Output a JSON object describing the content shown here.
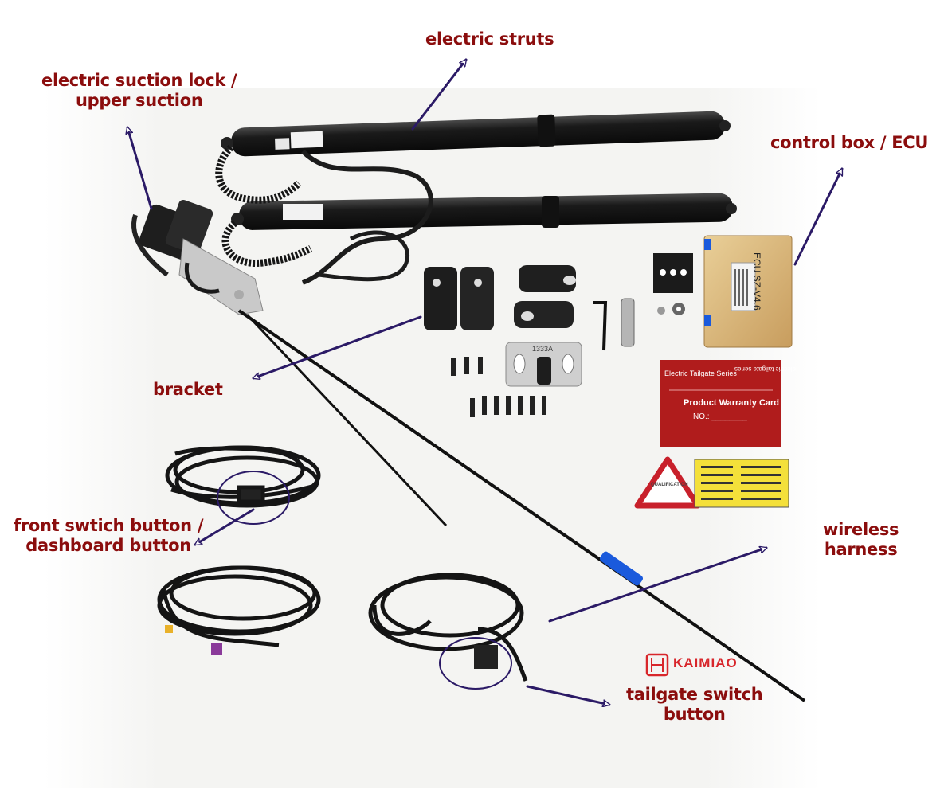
{
  "labels": {
    "electric_struts": "electric struts",
    "suction_lock_line1": "electric suction lock /",
    "suction_lock_line2": "upper suction",
    "control_box": "control box / ECU",
    "bracket": "bracket",
    "front_switch_line1": "front swtich button /",
    "front_switch_line2": "dashboard button",
    "wireless_line1": "wireless",
    "wireless_line2": "harness",
    "tailgate_line1": "tailgate switch",
    "tailgate_line2": "button"
  },
  "product_text": {
    "ecu_marking": "ECU SZ-V4.6",
    "card_series": "Electric Tailgate Series",
    "card_series_mirror": "electric tailgate series",
    "card_title": "Product Warranty Card",
    "card_no": "NO.: ________",
    "triangle_text": "QUALIFICATION",
    "bracket_code": "1333A",
    "brand": "KAIMIAO"
  },
  "colors": {
    "label": "#8b0d0d",
    "arrow": "#2b1a66",
    "card": "#b01c1c",
    "ecu": "#d9b67a",
    "brand": "#d8262b"
  }
}
